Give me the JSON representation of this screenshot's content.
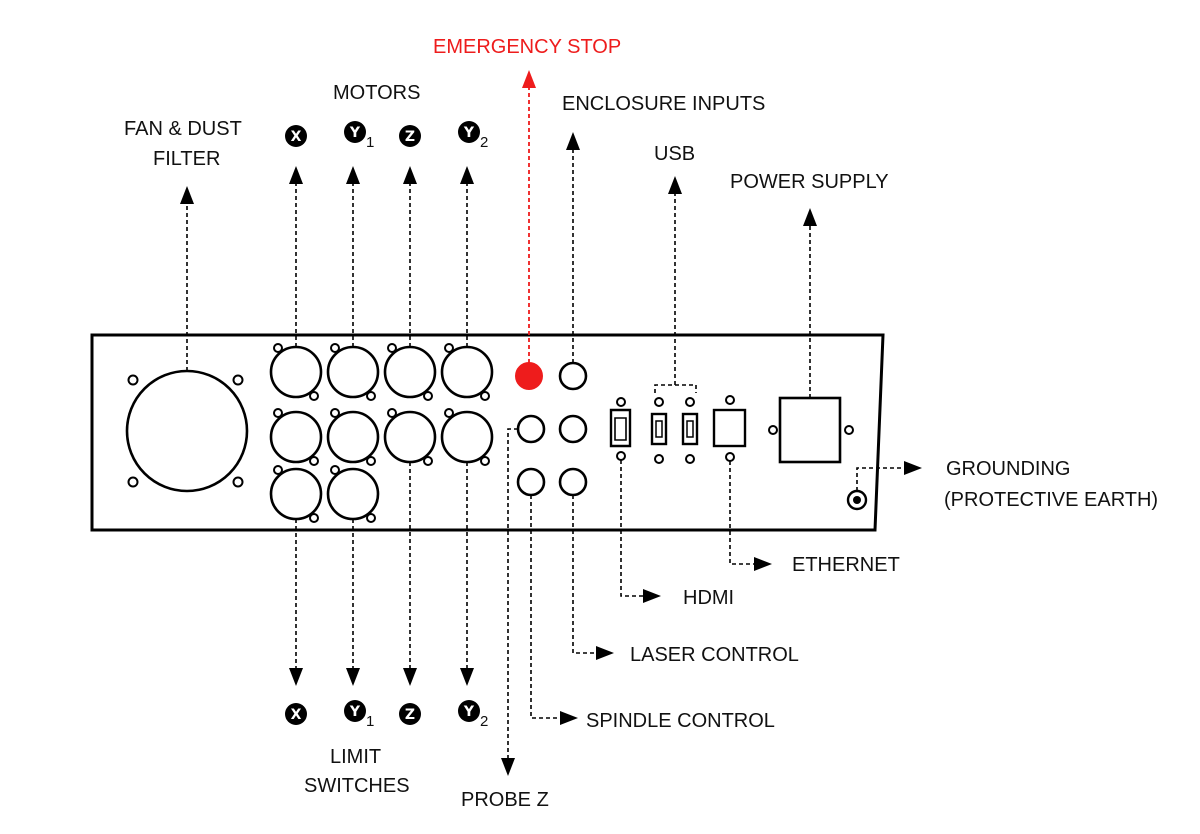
{
  "labels": {
    "emergency_stop": "EMERGENCY STOP",
    "motors": "MOTORS",
    "enclosure_inputs": "ENCLOSURE INPUTS",
    "fan_line1": "FAN & DUST",
    "fan_line2": "FILTER",
    "usb": "USB",
    "power_supply": "POWER SUPPLY",
    "grounding_line1": "GROUNDING",
    "grounding_line2": "(PROTECTIVE EARTH)",
    "ethernet": "ETHERNET",
    "hdmi": "HDMI",
    "laser_control": "LASER CONTROL",
    "spindle_control": "SPINDLE CONTROL",
    "limit_line1": "LIMIT",
    "limit_line2": "SWITCHES",
    "probe_z": "PROBE Z"
  },
  "axes": {
    "x": {
      "letter": "X",
      "sub": ""
    },
    "y1": {
      "letter": "Y",
      "sub": "1"
    },
    "z": {
      "letter": "Z",
      "sub": ""
    },
    "y2": {
      "letter": "Y",
      "sub": "2"
    }
  },
  "colors": {
    "emergency": "#ee1c1c",
    "ink": "#000000"
  }
}
